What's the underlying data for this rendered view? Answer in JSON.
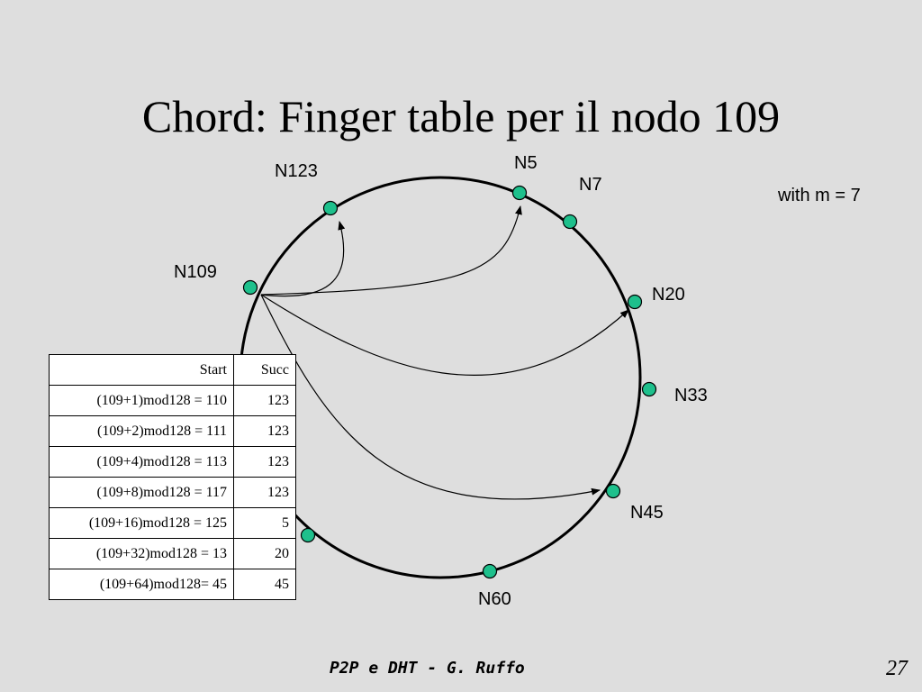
{
  "title": "Chord: Finger table per il nodo 109",
  "note": "with m = 7",
  "nodes": [
    {
      "id": "n123",
      "label": "N123"
    },
    {
      "id": "n5",
      "label": "N5"
    },
    {
      "id": "n7",
      "label": "N7"
    },
    {
      "id": "n109",
      "label": "N109"
    },
    {
      "id": "n20",
      "label": "N20"
    },
    {
      "id": "n33",
      "label": "N33"
    },
    {
      "id": "n45",
      "label": "N45"
    },
    {
      "id": "n60",
      "label": "N60"
    }
  ],
  "node_color": "#1ec08c",
  "table": {
    "headers": [
      "Start",
      "Succ"
    ],
    "rows": [
      [
        "(109+1)mod128 = 110",
        "123"
      ],
      [
        "(109+2)mod128 = 111",
        "123"
      ],
      [
        "(109+4)mod128 = 113",
        "123"
      ],
      [
        "(109+8)mod128 = 117",
        "123"
      ],
      [
        "(109+16)mod128 = 125",
        "5"
      ],
      [
        "(109+32)mod128 = 13",
        "20"
      ],
      [
        "(109+64)mod128= 45",
        "45"
      ]
    ]
  },
  "footer": {
    "center": "P2P e DHT - G. Ruffo",
    "page": "27"
  }
}
